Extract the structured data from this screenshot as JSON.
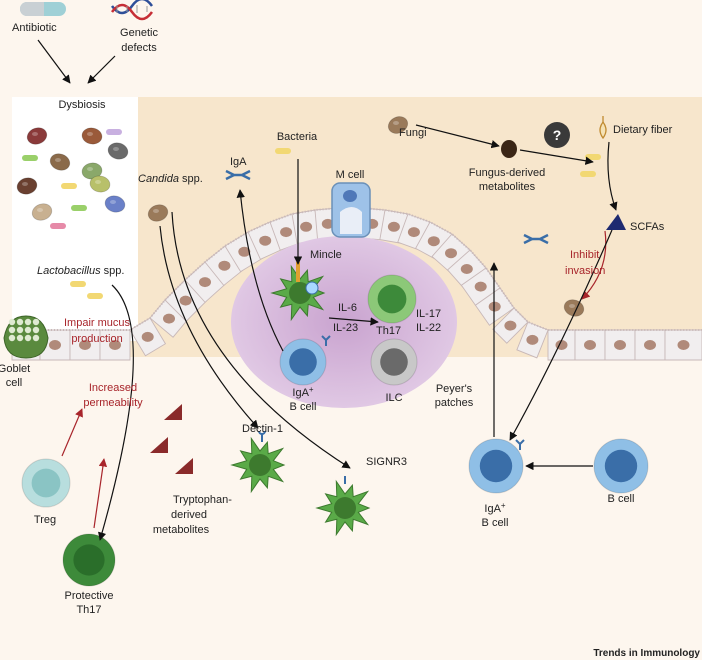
{
  "labels": {
    "antibiotic": "Antibiotic",
    "genetic_1": "Genetic",
    "genetic_2": "defects",
    "dysbiosis": "Dysbiosis",
    "bacteria": "Bacteria",
    "fungi": "Fungi",
    "dietary_fiber": "Dietary fiber",
    "fungus_metab_1": "Fungus-derived",
    "fungus_metab_2": "metabolites",
    "question": "?",
    "candida_italic": "Candida",
    "candida_rest": " spp.",
    "iga": "IgA",
    "m_cell": "M cell",
    "mincle": "Mincle",
    "scfas": "SCFAs",
    "inhibit_1": "Inhibit",
    "inhibit_2": "invasion",
    "lacto_italic": "Lactobacillus",
    "lacto_rest": " spp.",
    "il6": "IL-6",
    "il23": "IL-23",
    "th17": "Th17",
    "il17": "IL-17",
    "il22": "IL-22",
    "impair_1": "Impair mucus",
    "impair_2": "production",
    "goblet_1": "Goblet",
    "goblet_2": "cell",
    "increased_1": "Increased",
    "increased_2": "permeability",
    "iga_b_1": "IgA",
    "iga_b_sup": "+",
    "iga_b_2": "B cell",
    "ilc": "ILC",
    "peyers_1": "Peyer's",
    "peyers_2": "patches",
    "dectin": "Dectin-1",
    "signr3": "SIGNR3",
    "trp_1": "Tryptophan-",
    "trp_2": "derived",
    "trp_3": "metabolites",
    "treg": "Treg",
    "protective_1": "Protective",
    "protective_2": "Th17",
    "iga_b2_1": "IgA",
    "iga_b2_sup": "+",
    "iga_b2_2": "B cell",
    "b_cell": "B cell",
    "credit": "Trends in Immunology"
  },
  "colors": {
    "lumen": "#f7e6cc",
    "epithelium": "#f0eeee",
    "lamina": "#fdf6ee",
    "peyers": "#d8b6d8",
    "red_arrow": "#a8252b",
    "b_cell": "#8fbfe6",
    "th17": "#8cc878",
    "ilc": "#c8c8c8",
    "treg": "#b8dede",
    "dendritic": "#5aaa48",
    "scfa": "#1e2a70"
  }
}
